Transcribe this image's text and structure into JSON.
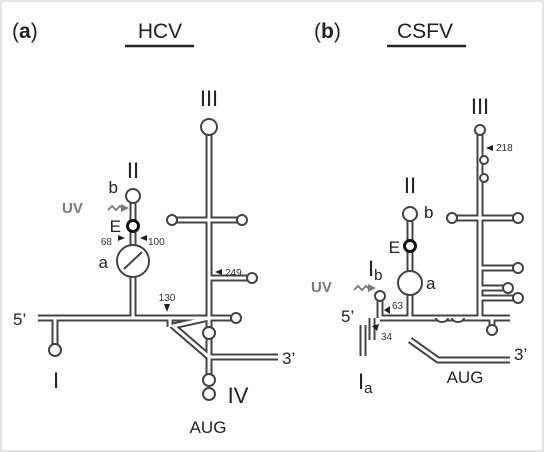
{
  "panel_a": {
    "label_open": "(",
    "label_letter": "a",
    "label_close": ")",
    "title": "HCV",
    "domains": {
      "I": "I",
      "II": "II",
      "III": "III",
      "IV": "IV"
    },
    "subregions": {
      "a": "a",
      "b": "b",
      "E": "E"
    },
    "five_prime": "5’",
    "three_prime": "3’",
    "start_codon": "AUG",
    "uv": "UV",
    "positions": {
      "p68": "68",
      "p100": "100",
      "p130": "130",
      "p249": "249"
    }
  },
  "panel_b": {
    "label_open": "(",
    "label_letter": "b",
    "label_close": ")",
    "title": "CSFV",
    "domains": {
      "Ia_main": "I",
      "Ia_sub": "a",
      "Ib_main": "I",
      "Ib_sub": "b",
      "II": "II",
      "III": "III"
    },
    "subregions": {
      "a": "a",
      "b": "b",
      "E": "E"
    },
    "five_prime": "5’",
    "three_prime": "3’",
    "start_codon": "AUG",
    "uv": "UV",
    "positions": {
      "p34": "34",
      "p63": "63",
      "p218": "218"
    }
  },
  "colors": {
    "stem": "#444444",
    "uv": "#7a7a7a",
    "text": "#222222"
  }
}
